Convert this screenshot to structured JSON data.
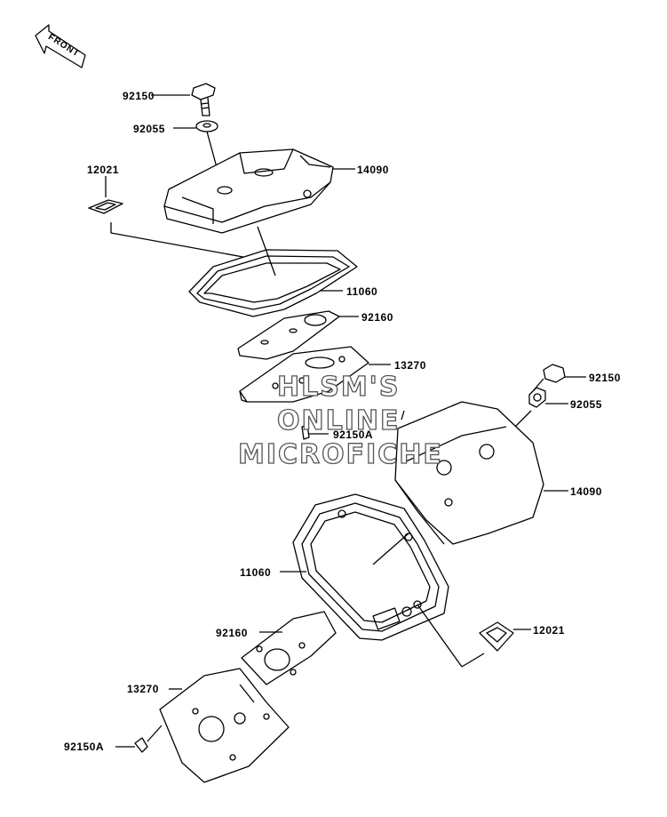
{
  "direction_label": "FRONT",
  "watermark": {
    "line1": "HLSM'S",
    "line2": "ONLINE",
    "line3": "MICROFICHE"
  },
  "parts": {
    "upper_bolt": "92150",
    "upper_washer": "92055",
    "upper_cover": "14090",
    "upper_cap": "12021",
    "upper_gasket": "11060",
    "upper_plate": "92160",
    "upper_bracket": "13270",
    "upper_screw": "92150A",
    "lower_bolt": "92150",
    "lower_washer": "92055",
    "lower_cover": "14090",
    "lower_gasket": "11060",
    "lower_cap": "12021",
    "lower_plate": "92160",
    "lower_bracket": "13270",
    "lower_screw": "92150A"
  }
}
